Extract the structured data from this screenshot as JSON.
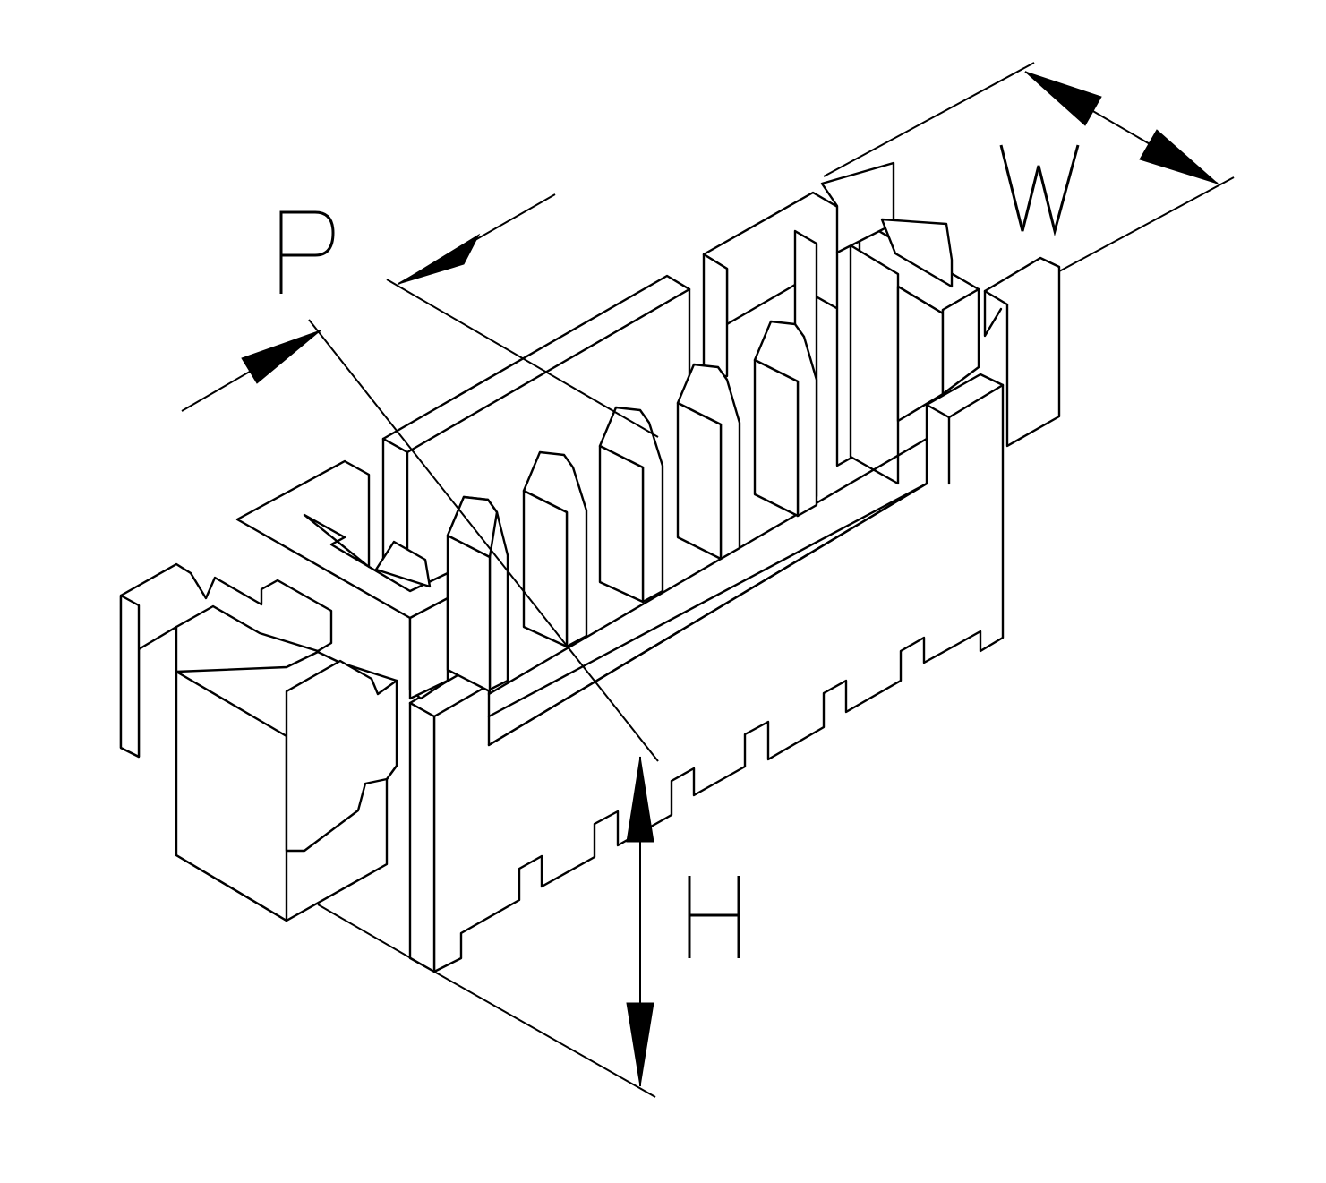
{
  "diagram": {
    "labels": {
      "pitch": "P",
      "width": "W",
      "height": "H"
    },
    "line_color": "#000000",
    "background": "#ffffff"
  }
}
